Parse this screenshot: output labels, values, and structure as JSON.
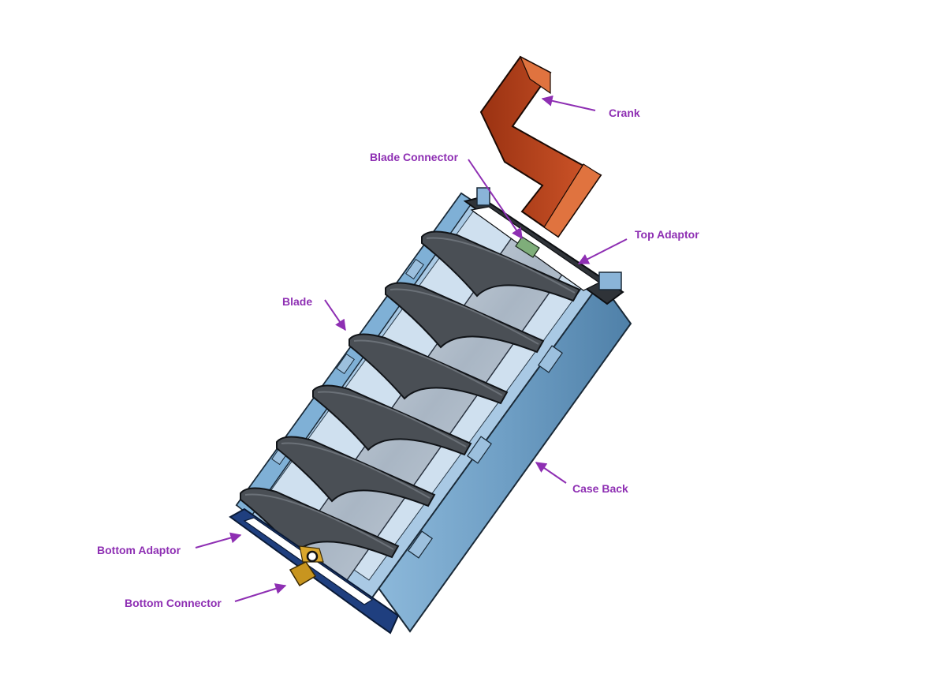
{
  "diagram": {
    "label_color": "#8e2fb3",
    "labels": {
      "crank": "Crank",
      "blade_connector": "Blade Connector",
      "top_adaptor": "Top Adaptor",
      "blade": "Blade",
      "case_back": "Case Back",
      "bottom_adaptor": "Bottom Adaptor",
      "bottom_connector": "Bottom Connector"
    },
    "part_colors": {
      "crank": "#b8421a",
      "case": "#6f9fc5",
      "blade": "#4a4f55",
      "adaptor_top": "#2f3338",
      "adaptor_bottom": "#1f3f7f",
      "connector": "#c8951f"
    },
    "blade_count": 6
  }
}
